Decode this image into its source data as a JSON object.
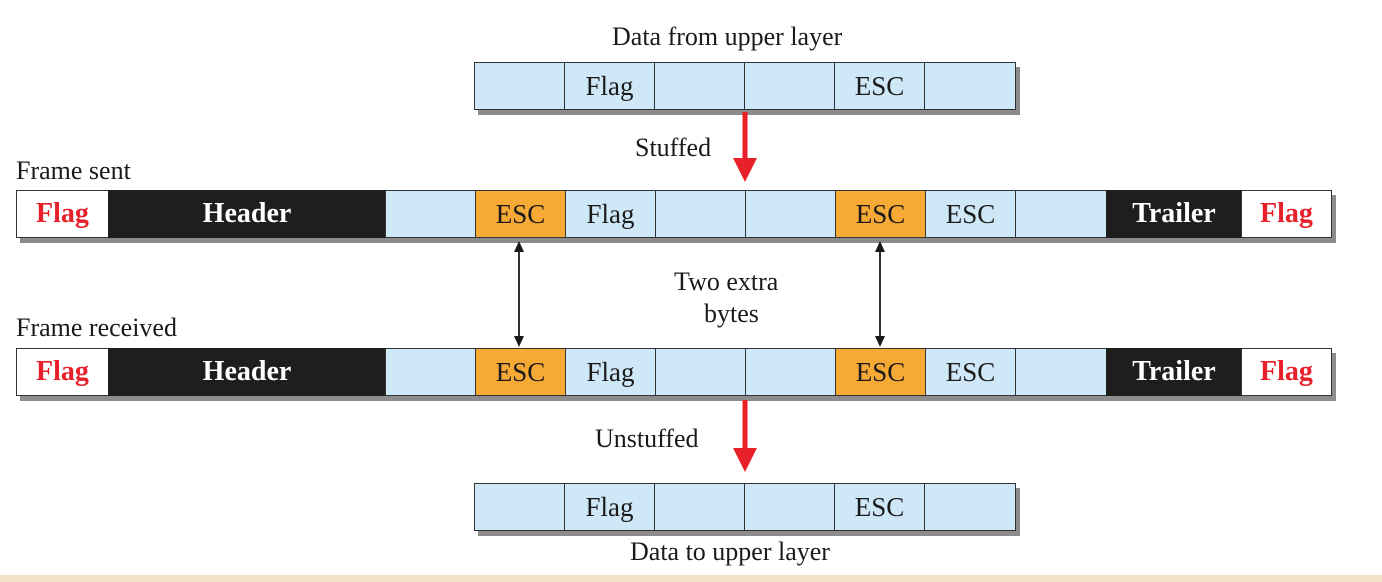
{
  "labels": {
    "data_from_upper": "Data from upper layer",
    "stuffed": "Stuffed",
    "frame_sent": "Frame sent",
    "two_extra_line1": "Two extra",
    "two_extra_line2": "bytes",
    "frame_received": "Frame received",
    "unstuffed": "Unstuffed",
    "data_to_upper": "Data to upper layer"
  },
  "data_from_upper": [
    "",
    "Flag",
    "",
    "",
    "ESC",
    ""
  ],
  "frame_sent": {
    "flag_left": "Flag",
    "header": "Header",
    "payload": [
      "",
      "ESC",
      "Flag",
      "",
      "",
      "ESC",
      "ESC",
      ""
    ],
    "trailer": "Trailer",
    "flag_right": "Flag"
  },
  "frame_received": {
    "flag_left": "Flag",
    "header": "Header",
    "payload": [
      "",
      "ESC",
      "Flag",
      "",
      "",
      "ESC",
      "ESC",
      ""
    ],
    "trailer": "Trailer",
    "flag_right": "Flag"
  },
  "data_to_upper": [
    "",
    "Flag",
    "",
    "",
    "ESC",
    ""
  ],
  "colors": {
    "data_cell": "#cfe8f7",
    "stuffed_esc": "#f7a935",
    "flag_text": "#e8202a",
    "header_trailer": "#1e1e1e",
    "arrow_red": "#e8202a"
  }
}
